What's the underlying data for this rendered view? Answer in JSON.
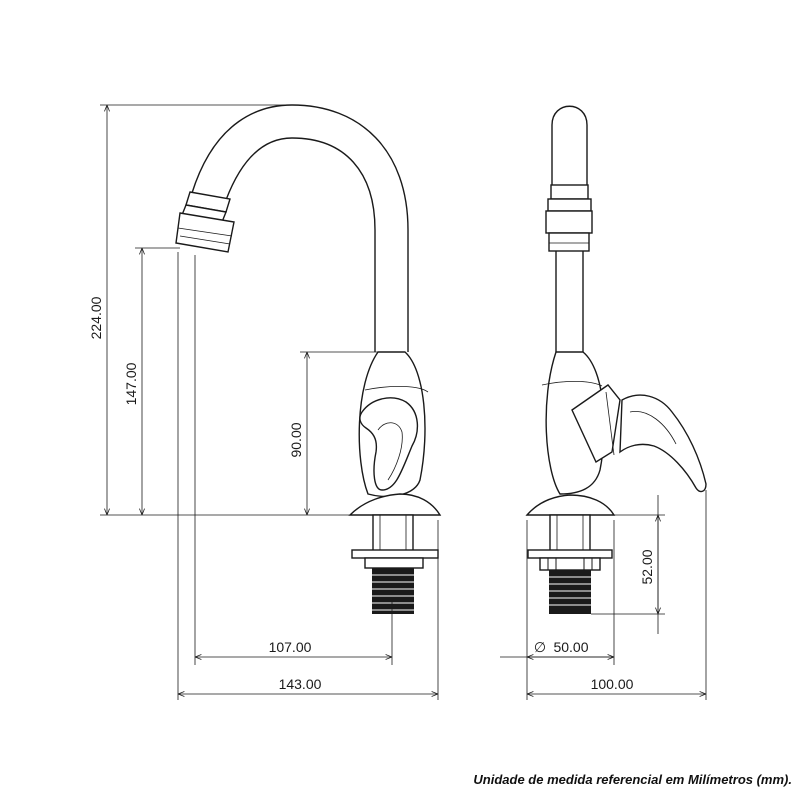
{
  "dimensions": {
    "height_total": "224.00",
    "height_spout": "147.00",
    "height_body": "90.00",
    "width_reach": "107.00",
    "width_total": "143.00",
    "thread_length": "52.00",
    "base_diameter": "50.00",
    "side_depth": "100.00",
    "diameter_symbol": "∅"
  },
  "footer": {
    "note": "Unidade de medida referencial em Milímetros (mm)."
  }
}
